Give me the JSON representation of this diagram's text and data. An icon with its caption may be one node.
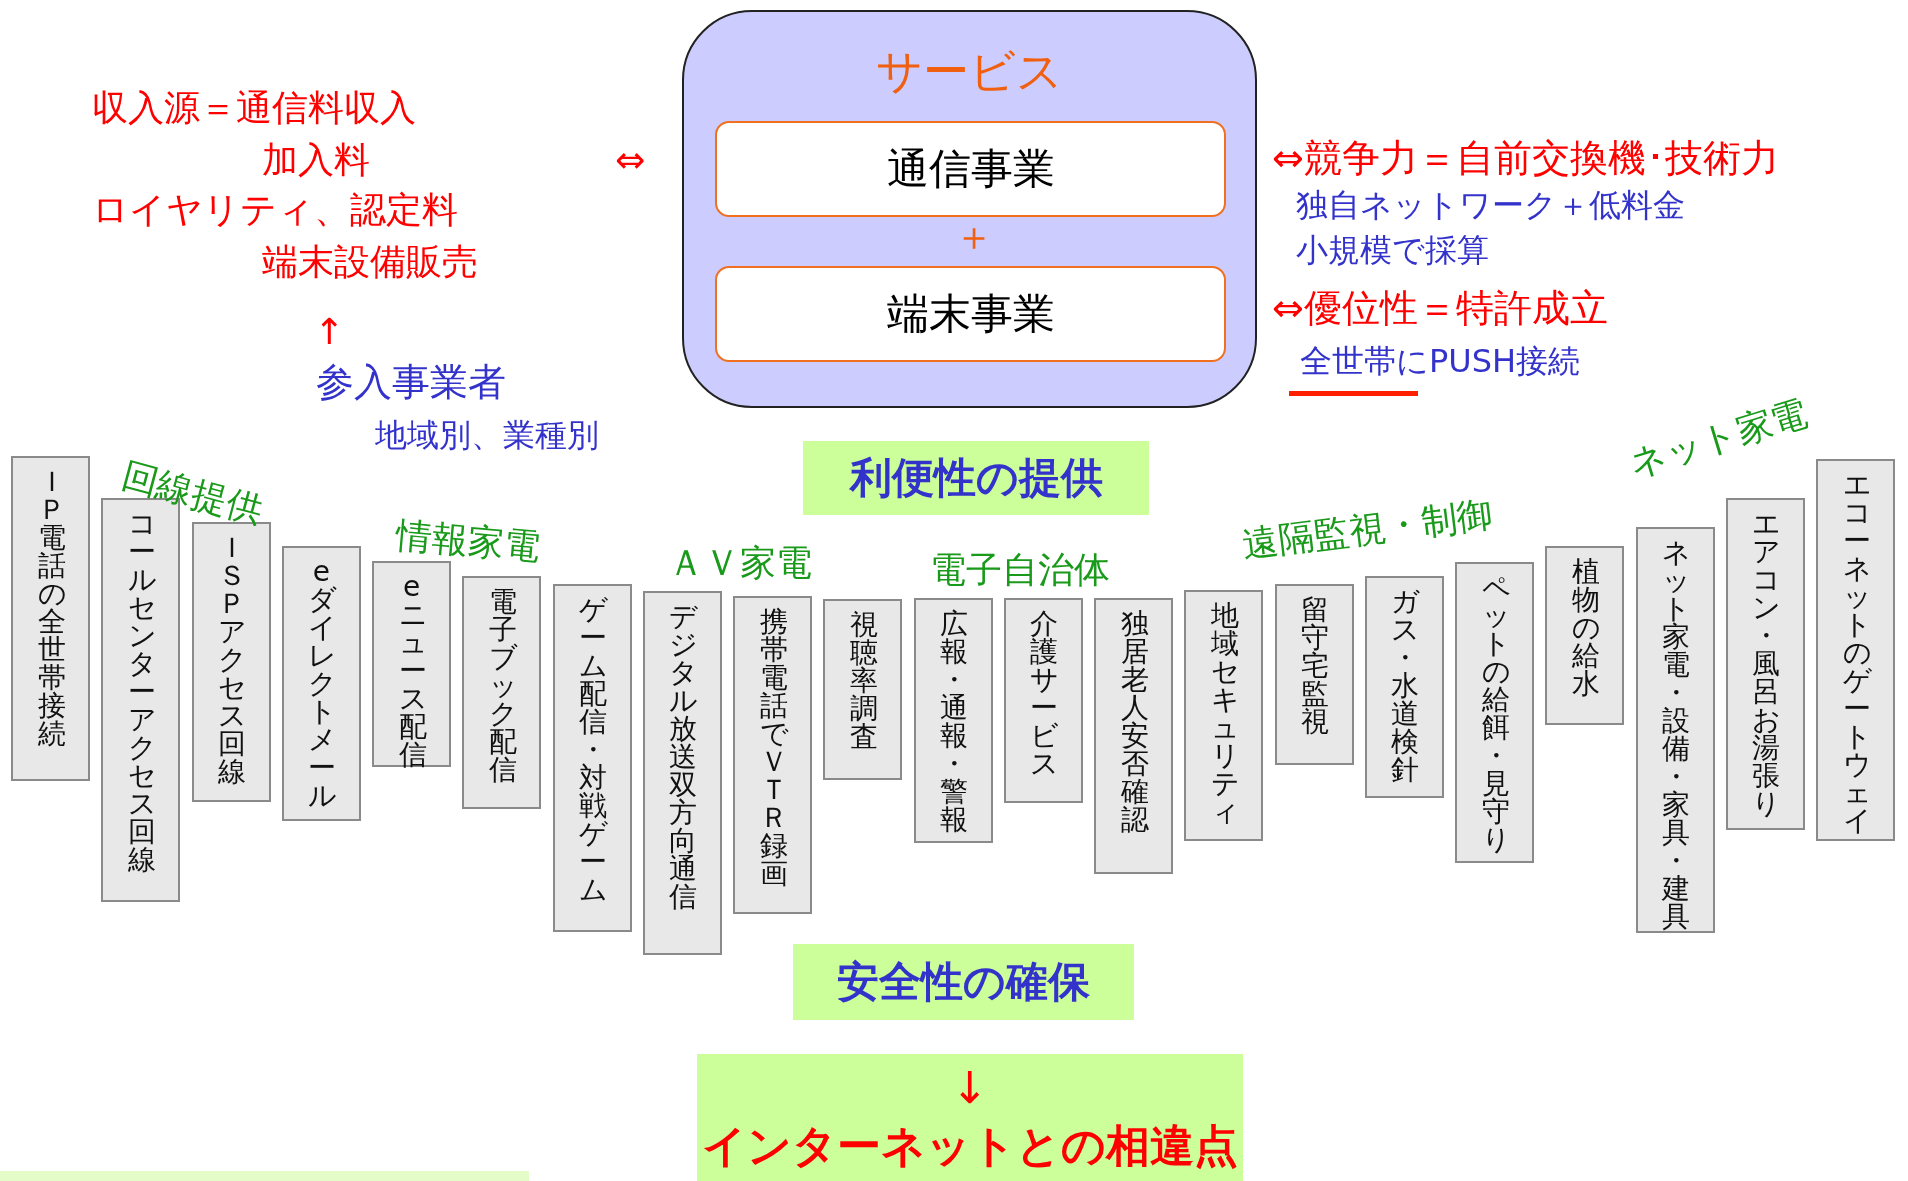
{
  "diagram": {
    "nodes": [
      {
        "text": [
          "サービス"
        ]
      },
      {
        "text": [
          "通信事業"
        ],
        "in": 0
      },
      {
        "text": [
          "端末事業"
        ],
        "in": 0
      },
      {
        "text": [
          "利便性の提供"
        ]
      },
      {
        "text": [
          "ＩＰ電話の全世帯接続"
        ]
      },
      {
        "text": [
          "コールセンターアクセス回線"
        ]
      },
      {
        "text": [
          "ＩＳＰアクセス回線"
        ]
      },
      {
        "text": [
          "eダイレクトメール"
        ]
      },
      {
        "text": [
          "eニュース配信"
        ]
      },
      {
        "text": [
          "電子ブック配信"
        ]
      },
      {
        "text": [
          "ゲーム配信・対戦ゲーム"
        ]
      },
      {
        "text": [
          "デジタル放送双方向通信"
        ]
      },
      {
        "text": [
          "携帯電話でＶＴＲ録画"
        ]
      },
      {
        "text": [
          "視聴率調査"
        ]
      },
      {
        "text": [
          "広報・通報・警報"
        ]
      },
      {
        "text": [
          "介護サービス"
        ]
      },
      {
        "text": [
          "独居老人安否確認"
        ]
      },
      {
        "text": [
          "地域セキュリティ"
        ]
      },
      {
        "text": [
          "留守宅監視"
        ]
      },
      {
        "text": [
          "ガス・水道検針"
        ]
      },
      {
        "text": [
          "ペットの給餌・見守り"
        ]
      },
      {
        "text": [
          "植物の給水"
        ]
      },
      {
        "text": [
          "ネット家電・設備・家具・建具"
        ]
      },
      {
        "text": [
          "エアコン・風呂お湯張り"
        ]
      },
      {
        "text": [
          "エコーネットのゲートウェイ"
        ]
      },
      {
        "text": [
          "安全性の確保"
        ]
      },
      {
        "text": [
          "↓",
          "インターネットとの相違点"
        ]
      }
    ],
    "labels": [
      "収入源＝通信料収入",
      "加入料",
      "ロイヤリティ、認定料",
      "端末設備販売",
      "⇔",
      "＋",
      "⇔競争力＝自前交換機･技術力",
      "独自ネットワーク＋低料金",
      "小規模で採算",
      "⇔優位性＝特許成立",
      "全世帯にPUSH接続",
      "↑",
      "参入事業者",
      "地域別、業種別",
      "回線提供",
      "情報家電",
      "ＡＶ家電",
      "電子自治体",
      "遠隔監視・制御",
      "ネット家電"
    ]
  }
}
